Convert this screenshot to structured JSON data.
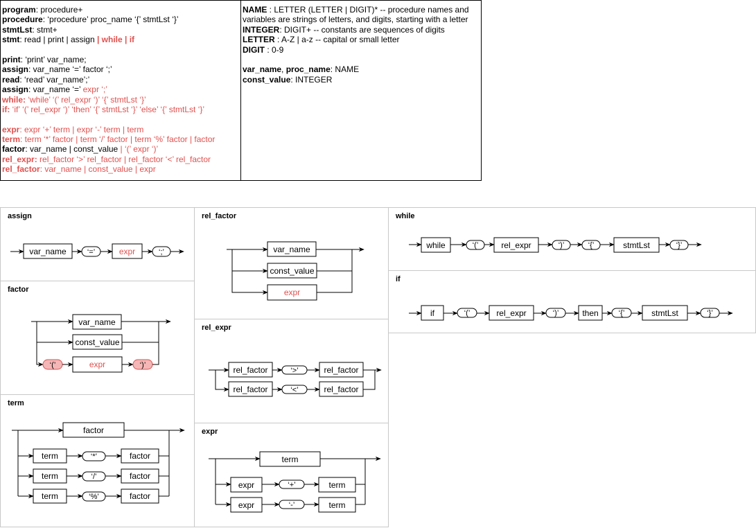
{
  "grammar_left": [
    [
      [
        "b",
        "program"
      ],
      [
        "n",
        ": procedure+"
      ]
    ],
    [
      [
        "b",
        "procedure"
      ],
      [
        "n",
        ": ‘procedure’ proc_name ‘{’ stmtLst ‘}’"
      ]
    ],
    [
      [
        "b",
        "stmtLst"
      ],
      [
        "n",
        ": stmt+"
      ]
    ],
    [
      [
        "b",
        "stmt"
      ],
      [
        "n",
        ": read | print | assign "
      ],
      [
        "rb",
        "| while | if"
      ]
    ],
    [],
    [
      [
        "b",
        "print"
      ],
      [
        "n",
        ": ‘print’ var_name;"
      ]
    ],
    [
      [
        "b",
        "assign"
      ],
      [
        "n",
        ": var_name ‘=’ factor ‘;’"
      ]
    ],
    [
      [
        "b",
        "read"
      ],
      [
        "n",
        ": ‘read’ var_name’;’"
      ]
    ],
    [
      [
        "b",
        "assign"
      ],
      [
        "n",
        ": var_name ‘=’ "
      ],
      [
        "r",
        "expr ‘;’"
      ]
    ],
    [
      [
        "rb",
        "while:"
      ],
      [
        "r",
        " ‘while’ ‘(’ rel_expr ‘)’ ‘{’ stmtLst ‘}’"
      ]
    ],
    [
      [
        "rb",
        "if:"
      ],
      [
        "r",
        " ‘if’ ‘(’ rel_expr ‘)’ ‘then’ ‘{’ stmtLst ‘}’ ‘else’ ‘{’ stmtLst ‘}’"
      ]
    ],
    [],
    [
      [
        "rb",
        "expr"
      ],
      [
        "r",
        ": expr ‘+’ term | expr ‘-’ term | term"
      ]
    ],
    [
      [
        "rb",
        "term"
      ],
      [
        "r",
        ": term ‘*’ factor | term ‘/’ factor | term ‘%’ factor | factor"
      ]
    ],
    [
      [
        "b",
        "factor"
      ],
      [
        "n",
        ": var_name | const_value "
      ],
      [
        "r",
        "| ‘(’ expr ‘)’"
      ]
    ],
    [
      [
        "rb",
        "rel_expr:"
      ],
      [
        "r",
        " rel_factor ‘>’ rel_factor | rel_factor ‘<’ rel_factor"
      ]
    ],
    [
      [
        "rb",
        "rel_factor"
      ],
      [
        "r",
        ": var_name | const_value | expr"
      ]
    ]
  ],
  "grammar_right": [
    [
      [
        "b",
        "NAME"
      ],
      [
        "n",
        " : LETTER (LETTER | DIGIT)* -- procedure names and"
      ]
    ],
    [
      [
        "n",
        "variables are strings of letters, and digits, starting with a letter"
      ]
    ],
    [
      [
        "b",
        "INTEGER"
      ],
      [
        "n",
        ": DIGIT+ -- constants are sequences of digits"
      ]
    ],
    [
      [
        "b",
        "LETTER"
      ],
      [
        "n",
        " : A-Z | a-z -- capital or small letter"
      ]
    ],
    [
      [
        "b",
        "DIGIT"
      ],
      [
        "n",
        " : 0-9"
      ]
    ],
    [],
    [
      [
        "b",
        "var_name"
      ],
      [
        "n",
        ", "
      ],
      [
        "b",
        "proc_name"
      ],
      [
        "n",
        ": NAME"
      ]
    ],
    [
      [
        "b",
        "const_value"
      ],
      [
        "n",
        ": INTEGER"
      ]
    ]
  ],
  "colors": {
    "accent_red": "#e0514f",
    "pink_fill": "#f4b6b6"
  },
  "panels": {
    "assign": {
      "title": "assign",
      "var_name": "var_name",
      "eq": "‘=’",
      "expr": "expr",
      "semi": "‘;’"
    },
    "factor": {
      "title": "factor",
      "var_name": "var_name",
      "const_value": "const_value",
      "lparen": "‘(’",
      "expr": "expr",
      "rparen": "‘)’"
    },
    "term": {
      "title": "term",
      "factor": "factor",
      "term": "term",
      "mul": "‘*’",
      "div": "‘/’",
      "mod": "‘%’"
    },
    "rel_factor": {
      "title": "rel_factor",
      "var_name": "var_name",
      "const_value": "const_value",
      "expr": "expr"
    },
    "rel_expr": {
      "title": "rel_expr",
      "rel_factor": "rel_factor",
      "gt": "‘>’",
      "lt": "‘<’"
    },
    "expr": {
      "title": "expr",
      "term": "term",
      "expr": "expr",
      "plus": "‘+’",
      "minus": "‘-’"
    },
    "while": {
      "title": "while",
      "kw": "while",
      "lparen": "‘(’",
      "rel_expr": "rel_expr",
      "rparen": "‘)’",
      "lbrace": "‘{’",
      "stmtLst": "stmtLst",
      "rbrace": "‘}’"
    },
    "if": {
      "title": "if",
      "kw": "if",
      "lparen": "‘(’",
      "rel_expr": "rel_expr",
      "rparen": "‘)’",
      "then": "then",
      "lbrace": "‘{’",
      "stmtLst": "stmtLst",
      "rbrace": "‘}’"
    }
  }
}
